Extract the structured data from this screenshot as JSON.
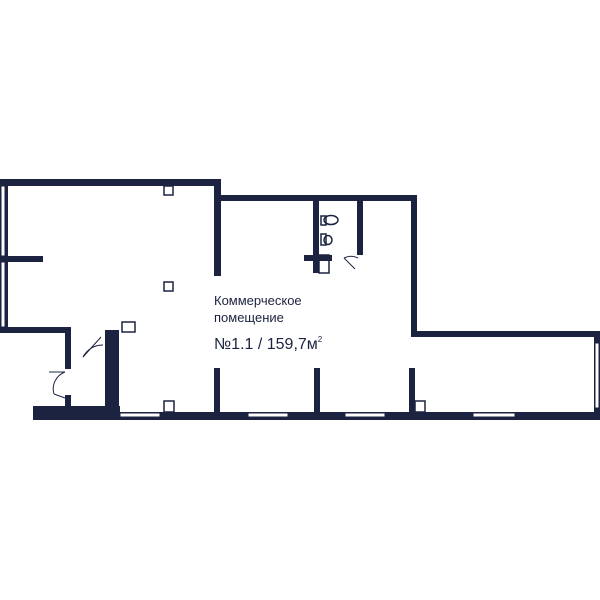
{
  "room": {
    "name_line1": "Коммерческое",
    "name_line2": "помещение",
    "number": "№1.1 / 159,7м",
    "area_unit_superscript": "2"
  },
  "colors": {
    "wall": "#1c2340",
    "background": "#ffffff"
  },
  "icons": [
    "toilet-icon",
    "sink-icon",
    "door-swing-icon",
    "column-icon",
    "window-icon"
  ]
}
